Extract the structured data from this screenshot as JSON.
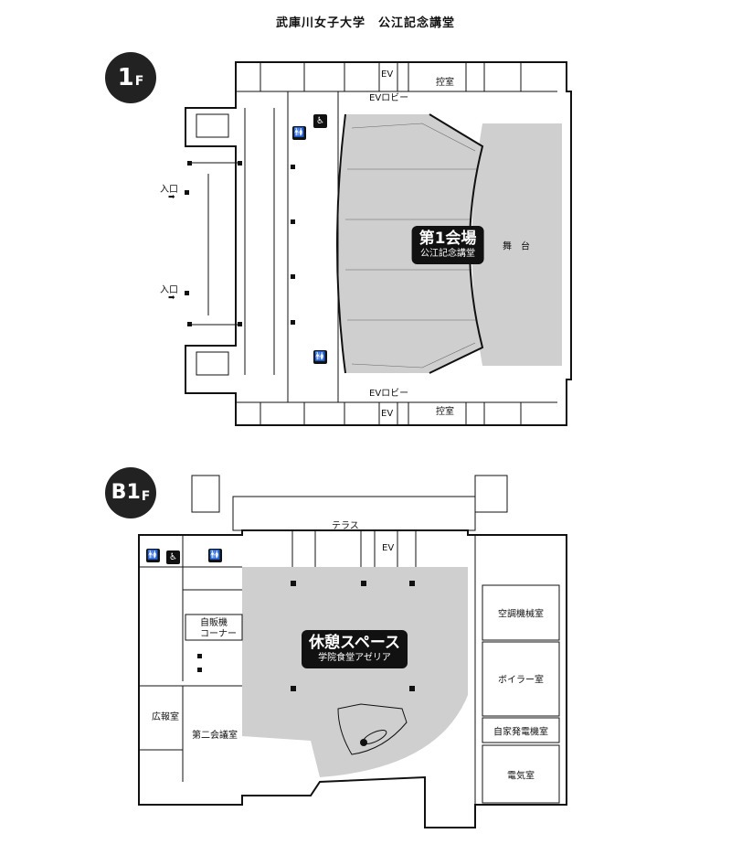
{
  "title": "武庫川女子大学　公江記念講堂",
  "floor1": {
    "badge_main": "1",
    "badge_suffix": "F",
    "hall_name": "第1会場",
    "hall_sub": "公江記念講堂",
    "stage": "舞　台",
    "entrance": "入口",
    "ev_lobby": "EVロビー",
    "ev": "EV",
    "waiting_room": "控室"
  },
  "floorB1": {
    "badge_main": "B1",
    "badge_suffix": "F",
    "lounge_name": "休憩スペース",
    "lounge_sub": "学院食堂アゼリア",
    "terrace": "テラス",
    "ev": "EV",
    "vending_line1": "自販機",
    "vending_line2": "コーナー",
    "pr_room": "広報室",
    "conf_room2": "第二会議室",
    "ac_room": "空調機械室",
    "boiler_room": "ボイラー室",
    "generator_room": "自家発電機室",
    "electric_room": "電気室"
  },
  "colors": {
    "shade": "#cfcfcf",
    "ink": "#111111"
  }
}
